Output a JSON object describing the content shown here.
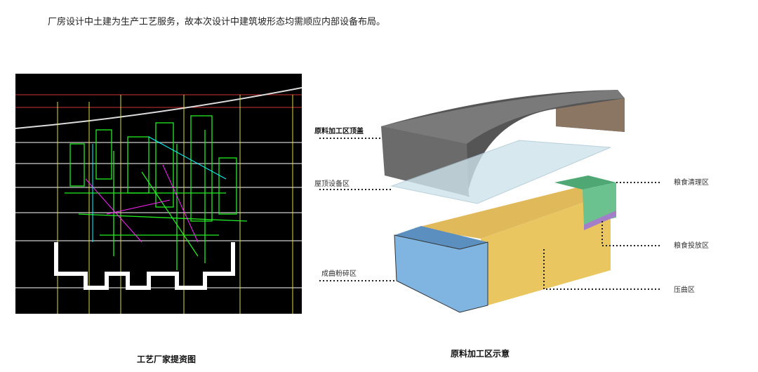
{
  "intro_text": "厂房设计中土建为生产工艺服务，故本次设计中建筑坡形态均需顺应内部设备布局。",
  "left_caption": "工艺厂家提资图",
  "right_caption": "原料加工区示意",
  "labels": {
    "roof_cover": "原料加工区顶盖",
    "roof_equipment": "屋顶设备区",
    "koji_crushing": "成曲粉碎区",
    "grain_cleaning": "粮食清理区",
    "grain_feeding": "粮食投放区",
    "koji_pressing": "压曲区"
  },
  "colors": {
    "roof": "#6b6b6b",
    "glass": "#cfe3ec",
    "yellow": "#e9c660",
    "blue": "#7fb5e0",
    "green": "#6cc28e",
    "purple": "#a47fc9"
  }
}
